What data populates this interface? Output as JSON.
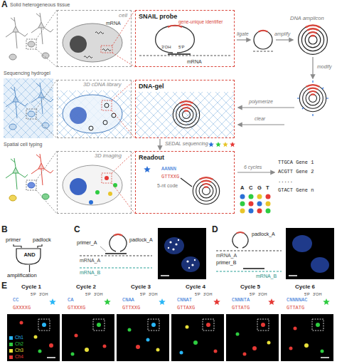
{
  "diagram": {
    "nodes": [
      {
        "text": [
          "cell",
          "mRNA"
        ]
      },
      {
        "text": [
          "SNAIL probe",
          "gene-unique identifier",
          "3'OH",
          "5'P",
          "mRNA"
        ]
      },
      {
        "text": [
          "3D cDNA library"
        ]
      },
      {
        "text": [
          "DNA-gel"
        ]
      },
      {
        "text": [
          "3D imaging"
        ]
      },
      {
        "text": [
          "Readout",
          "AANNN",
          "GTTXXG",
          "5-nt code"
        ]
      },
      {
        "text": [
          "primer"
        ]
      },
      {
        "text": [
          "padlock"
        ]
      },
      {
        "text": [
          "AND"
        ]
      },
      {
        "text": [
          "amplification"
        ]
      }
    ],
    "edges": [
      {
        "from": 6,
        "to": 8,
        "arrow": "none"
      },
      {
        "from": 7,
        "to": 8,
        "arrow": "none"
      },
      {
        "from": 8,
        "to": 9,
        "arrow": "none"
      }
    ],
    "labels": [
      "A",
      "Solid heterogeneous tissue",
      "ligate",
      "amplify",
      "DNA amplicon",
      "modify",
      "Sequencing hydrogel",
      "polymerize",
      "clear",
      "SEDAL sequencing",
      "Spatial cell typing",
      "6 cycles",
      "TTGCA Gene 1",
      "ACGTT Gene 2",
      ".....",
      "GTACT Gene n",
      "A",
      "C",
      "G",
      "T",
      "B",
      "C",
      "primer_A",
      "padlock_A",
      "mRNA_A",
      "mRNA_B",
      "D",
      "padlock_A",
      "mRNA_A",
      "primer_B",
      "mRNA_B",
      "E",
      "Cycle 1",
      "5'P",
      "3'OH",
      "CC",
      "GXXXXG",
      "Cycle 2",
      "5'P",
      "3'OH",
      "CA",
      "GTXXXG",
      "Cycle 3",
      "5'P",
      "3'OH",
      "CNAA",
      "GTTXXG",
      "Cycle 4",
      "5'P",
      "3'OH",
      "CNNAT",
      "GTTAXG",
      "Cycle 5",
      "5'P",
      "3'OH",
      "CNNNTA",
      "GTTATG",
      "Cycle 6",
      "5'P",
      "3'OH",
      "CNNNNAC",
      "GTTATG"
    ],
    "legend": [
      {
        "text": "Ch1",
        "color": "#29b6f6"
      },
      {
        "text": "Ch2",
        "color": "#2ecc40"
      },
      {
        "text": "Ch3",
        "color": "#e8e03a"
      },
      {
        "text": "Ch4",
        "color": "#e53935"
      }
    ]
  }
}
